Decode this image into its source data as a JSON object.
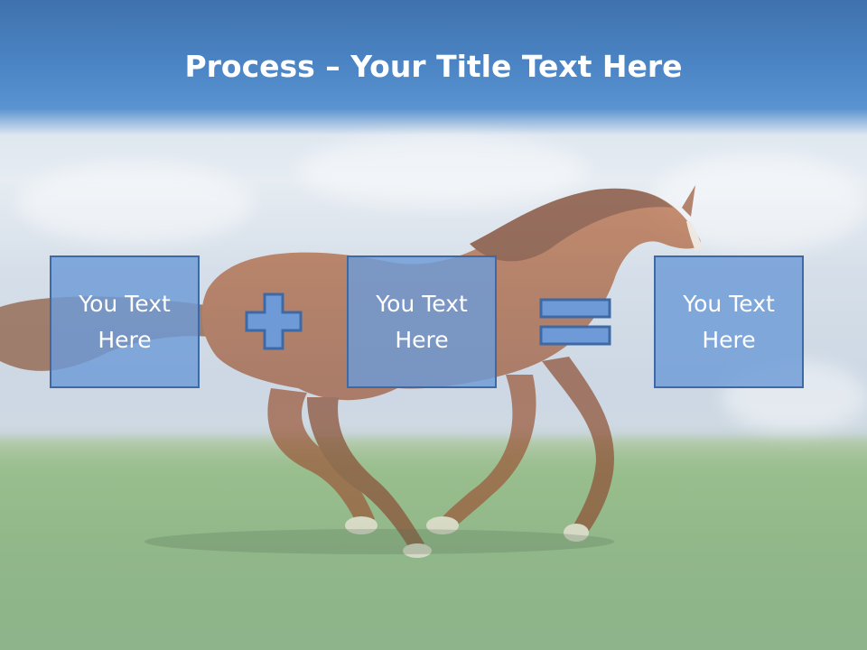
{
  "slide": {
    "title_bold": "Process",
    "title_rest": " – Your Title Text Here"
  },
  "process": {
    "boxes": [
      {
        "label": "You Text Here"
      },
      {
        "label": "You Text Here"
      },
      {
        "label": "You Text Here"
      }
    ],
    "operators": [
      "plus-icon",
      "equals-icon"
    ]
  },
  "colors": {
    "header_blue": "#4b84c4",
    "box_fill": "#6e9bd7",
    "box_border": "#3d6aa6",
    "text": "#ffffff"
  }
}
